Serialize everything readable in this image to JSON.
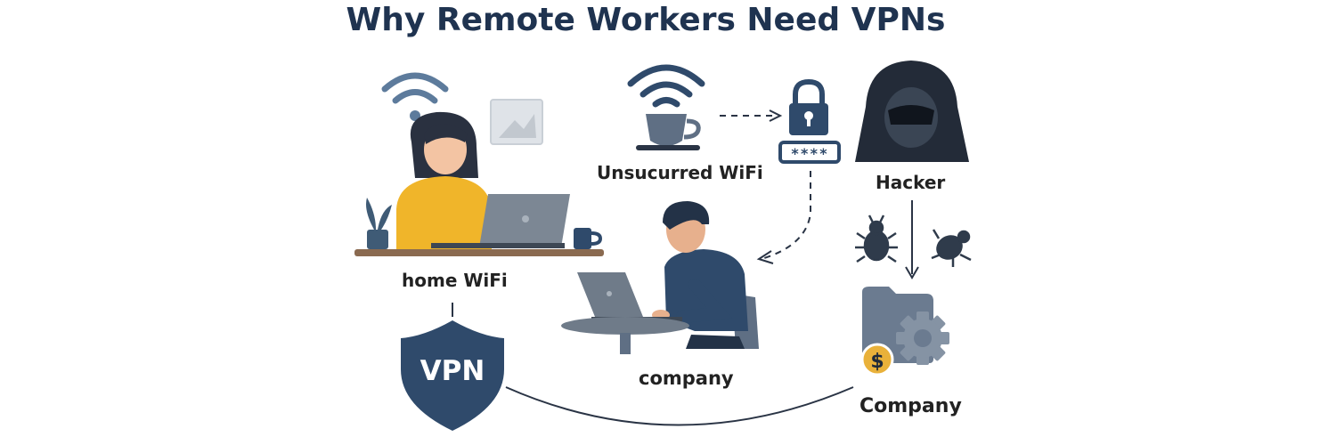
{
  "title": "Why Remote Workers Need VPNs",
  "labels": {
    "home_wifi": "home WiFi",
    "unsecured_wifi": "Unsucurred WiFi",
    "hacker": "Hacker",
    "company_worker": "company",
    "company_server": "Company",
    "vpn": "VPN",
    "password": "****",
    "currency": "$"
  },
  "colors": {
    "navy": "#2f4a6b",
    "shirt_yellow": "#f0b52a",
    "slate": "#6b7b90",
    "wood": "#8a6a50",
    "coin": "#e9b13a"
  }
}
